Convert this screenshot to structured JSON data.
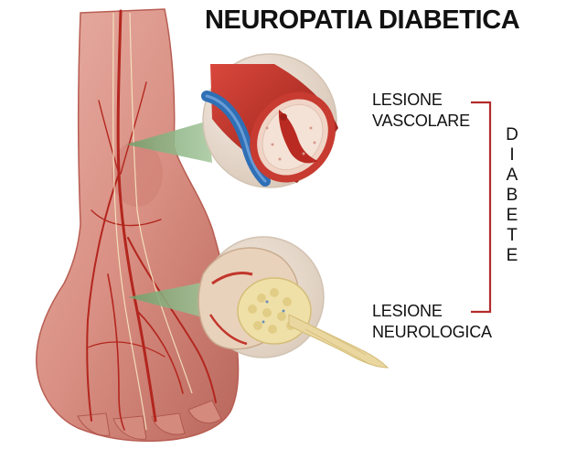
{
  "title": "NEUROPATIA DIABETICA",
  "labels": {
    "vascular": [
      "LESIONE",
      "VASCOLARE"
    ],
    "neurological": [
      "LESIONE",
      "NEUROLOGICA"
    ]
  },
  "side_word": "DIABETE",
  "colors": {
    "text": "#111111",
    "bracket": "#b32b2b",
    "skin": "#d98f83",
    "artery": "#b3261e",
    "vein": "#2f6fb6",
    "nerve": "#f1dfa6",
    "callout": "#8fb58a"
  }
}
